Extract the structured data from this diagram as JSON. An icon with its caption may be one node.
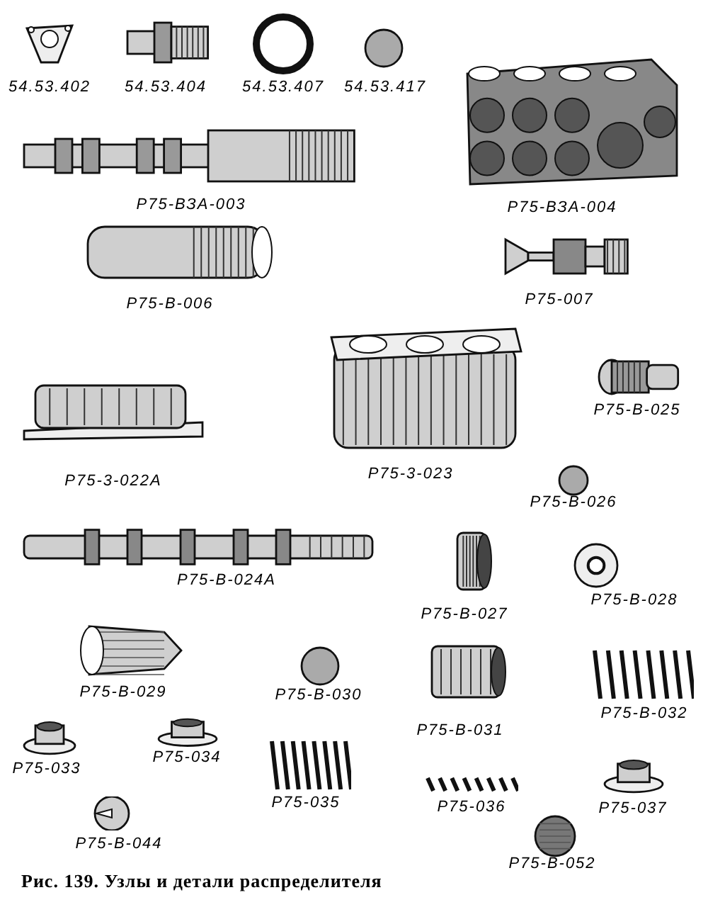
{
  "diagram": {
    "caption": "Рис. 139. Узлы и детали распределителя",
    "labels": [
      "54.53.402",
      "54.53.404",
      "54.53.407",
      "54.53.417",
      "Р75-ВЗА-003",
      "Р75-ВЗА-004",
      "Р75-В-006",
      "Р75-007",
      "Р75-3-022А",
      "Р75-3-023",
      "Р75-В-025",
      "Р75-В-026",
      "Р75-В-024А",
      "Р75-В-027",
      "Р75-В-028",
      "Р75-В-029",
      "Р75-В-030",
      "Р75-В-031",
      "Р75-В-032",
      "Р75-033",
      "Р75-034",
      "Р75-035",
      "Р75-036",
      "Р75-037",
      "Р75-В-044",
      "Р75-В-052"
    ]
  }
}
